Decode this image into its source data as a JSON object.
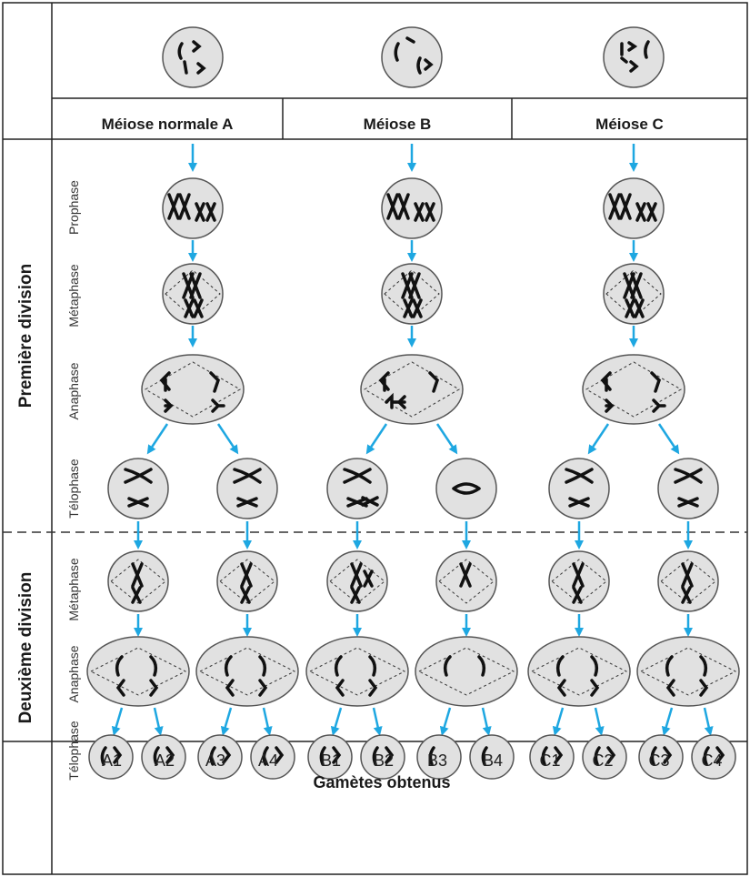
{
  "meiosis_headers": [
    "Méiose normale A",
    "Méiose B",
    "Méiose C"
  ],
  "divisions": {
    "first": "Première division",
    "second": "Deuxième division"
  },
  "phases_first": [
    "Prophase",
    "Métaphase",
    "Anaphase",
    "Télophase"
  ],
  "phases_second": [
    "Métaphase",
    "Anaphase",
    "Télophase"
  ],
  "gametes": [
    "A1",
    "A2",
    "A3",
    "A4",
    "B1",
    "B2",
    "B3",
    "B4",
    "C1",
    "C2",
    "C3",
    "C4"
  ],
  "gametes_title": "Gamètes obtenus",
  "colors": {
    "cell_fill": "#e1e1e1",
    "cell_stroke": "#555555",
    "arrow": "#1ea7e1",
    "chromosome": "#111111",
    "grid": "#222222"
  }
}
